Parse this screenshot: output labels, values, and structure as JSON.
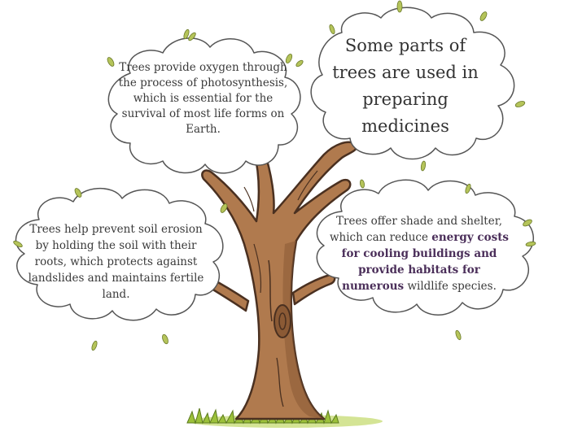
{
  "bubbles": {
    "oxygen": "Trees provide oxygen through the process of photosynthesis, which is essential for the survival of most life forms on Earth.",
    "medicine": "Some parts of trees are used in preparing medicines",
    "erosion": "Trees help prevent soil erosion by holding the soil with their roots, which protects against landslides and maintains fertile land.",
    "shade_plain_1": "Trees offer shade and shelter, which can reduce",
    "shade_highlight": "energy costs for cooling buildings and provide habitats for numerous",
    "shade_plain_2": "wildlife species."
  },
  "colors": {
    "trunk": "#b07a4e",
    "trunk_shadow": "#8b5a35",
    "outline": "#4a3020",
    "cloud_stroke": "#555555",
    "leaf": "#b5c45a",
    "grass": "#9cc13a",
    "highlight_text": "#4b2f5a"
  }
}
